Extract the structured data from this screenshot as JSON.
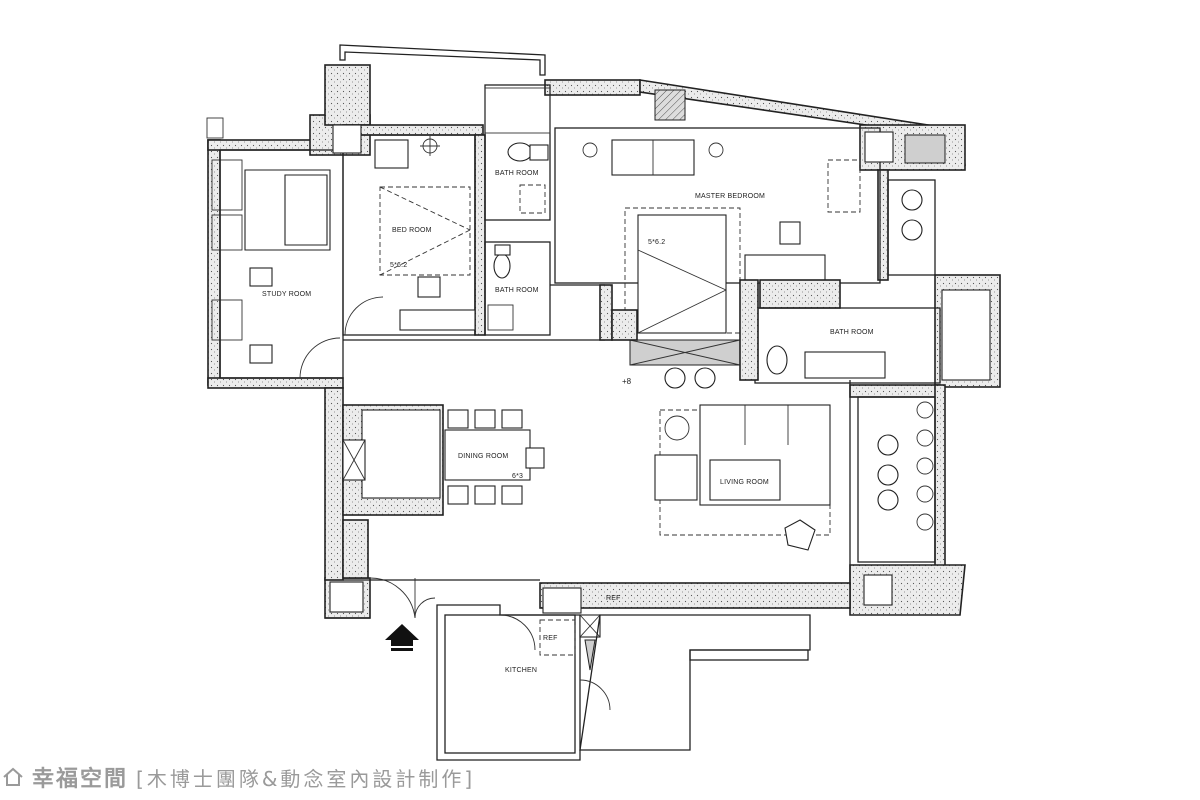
{
  "rooms": {
    "study": "STUDY ROOM",
    "bedroom": "BED ROOM",
    "bath_top": "BATH ROOM",
    "bath_mid": "BATH ROOM",
    "master_bedroom": "MASTER BEDROOM",
    "master_bath": "BATH ROOM",
    "dining": "DINING ROOM",
    "living": "LIVING ROOM",
    "kitchen": "KITCHEN"
  },
  "annotations": {
    "bed_small": "5*6.2",
    "bed_master": "5*6.2",
    "table_size": "6*3",
    "level": "+8",
    "ref_1": "REF",
    "ref_2": "REF"
  },
  "footer": {
    "brand": "幸福空間",
    "credit": "[木博士團隊&動念室內設計制作]"
  },
  "colors": {
    "line": "#222222",
    "wall_fill": "#e9e9e9",
    "watermark": "#9a9a9a"
  },
  "icons": {
    "entrance": "entrance-arrow-icon",
    "footer_logo": "house-logo-icon"
  }
}
